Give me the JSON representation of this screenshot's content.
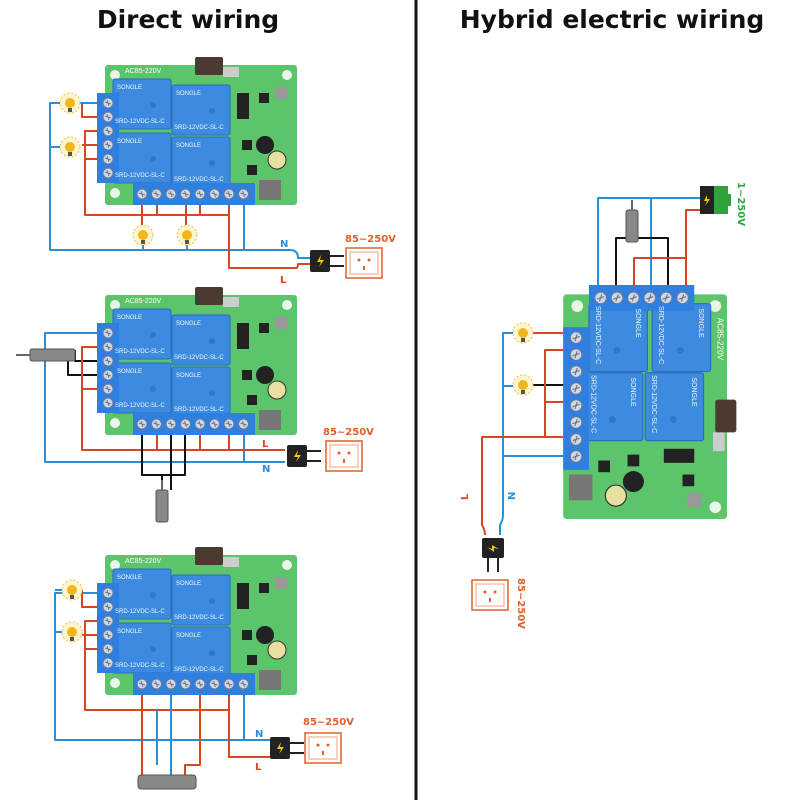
{
  "left_title": "Direct wiring",
  "right_title": "Hybrid electric wiring",
  "board": {
    "voltage": "AC85-220V",
    "relay_model": "SRD-12VDC-SL-C",
    "relay_brand": "SONGLE"
  },
  "mains_voltage": "85~250V",
  "battery_voltage": "1~250V",
  "neutral_label": "N",
  "live_label": "L",
  "colors": {
    "neutral_wire": "#2a8fd6",
    "live_wire": "#d8451f",
    "board": "#5cc46a",
    "relay": "#3d8be0",
    "voltage_text": "#e0602a",
    "battery": "#2da53a"
  }
}
